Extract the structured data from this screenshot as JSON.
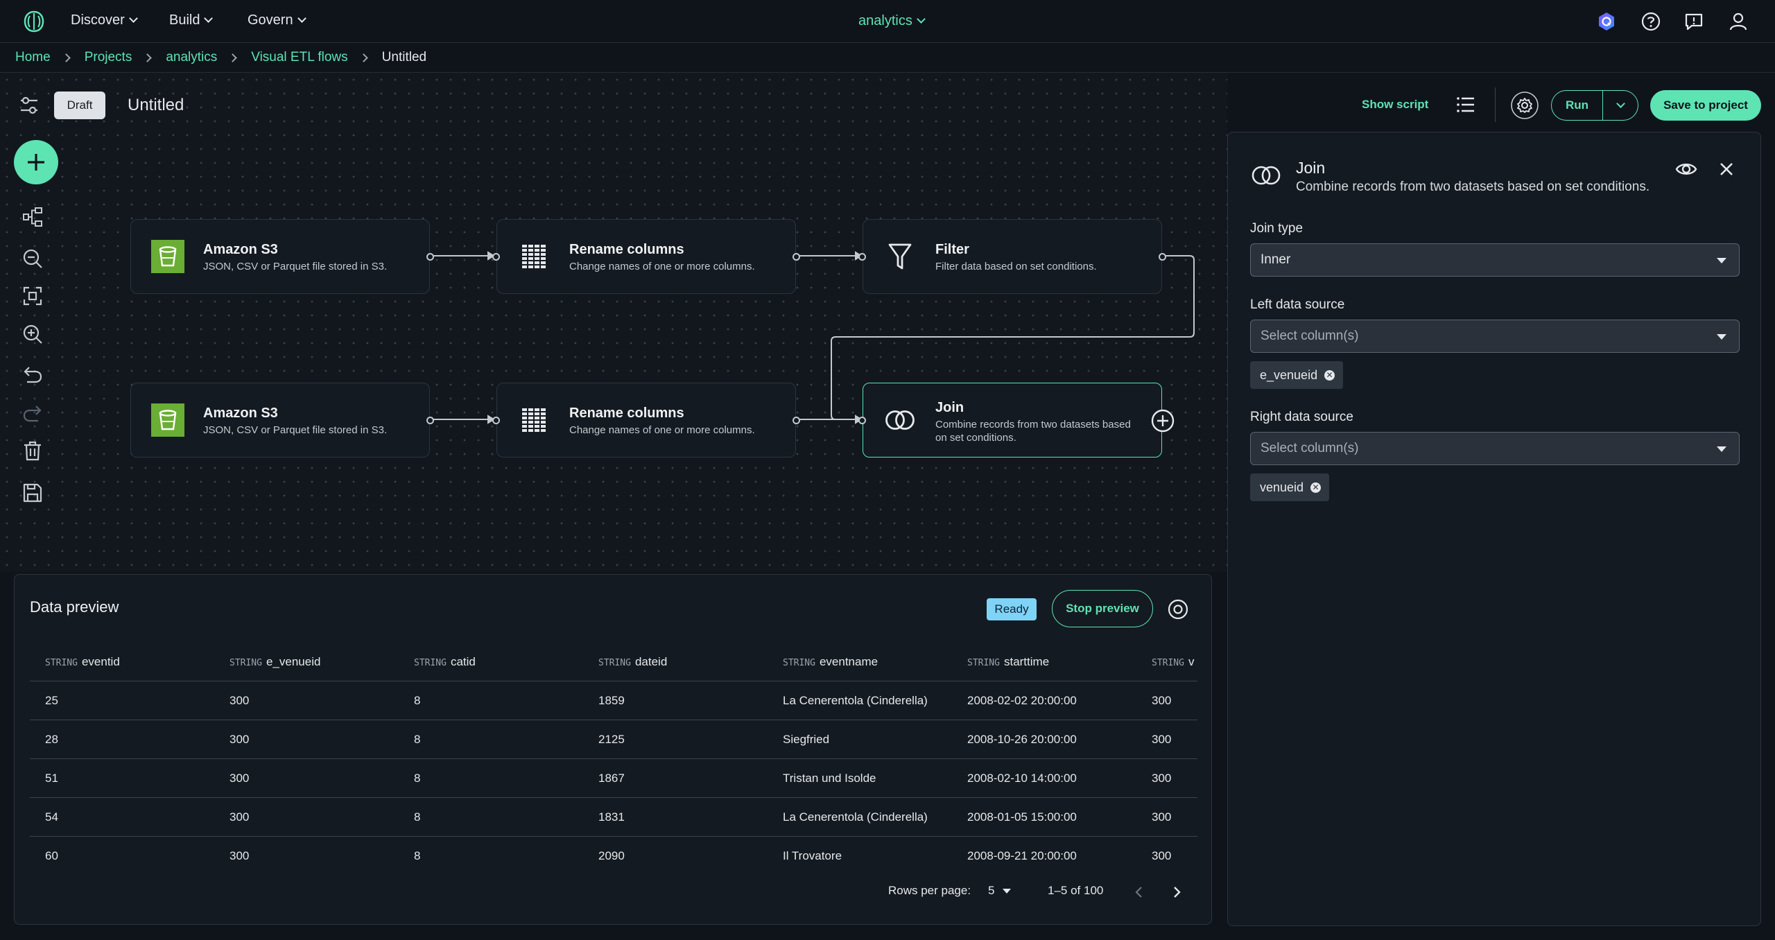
{
  "topnav": {
    "menus": [
      "Discover",
      "Build",
      "Govern"
    ],
    "project": "analytics"
  },
  "breadcrumb": [
    "Home",
    "Projects",
    "analytics",
    "Visual ETL flows",
    "Untitled"
  ],
  "flow": {
    "status": "Draft",
    "title": "Untitled",
    "show_script": "Show script",
    "run": "Run",
    "save": "Save to project"
  },
  "nodes": [
    {
      "title": "Amazon S3",
      "desc": "JSON, CSV or Parquet file stored in S3.",
      "icon": "s3-bucket-icon"
    },
    {
      "title": "Rename columns",
      "desc": "Change names of one or more columns.",
      "icon": "grid-icon"
    },
    {
      "title": "Filter",
      "desc": "Filter data based on set conditions.",
      "icon": "filter-icon"
    },
    {
      "title": "Amazon S3",
      "desc": "JSON, CSV or Parquet file stored in S3.",
      "icon": "s3-bucket-icon"
    },
    {
      "title": "Rename columns",
      "desc": "Change names of one or more columns.",
      "icon": "grid-icon"
    },
    {
      "title": "Join",
      "desc": "Combine records from two datasets based on set conditions.",
      "icon": "join-icon"
    }
  ],
  "preview": {
    "title": "Data preview",
    "status": "Ready",
    "stop": "Stop preview",
    "columns": [
      {
        "type": "STRING",
        "name": "eventid"
      },
      {
        "type": "STRING",
        "name": "e_venueid"
      },
      {
        "type": "STRING",
        "name": "catid"
      },
      {
        "type": "STRING",
        "name": "dateid"
      },
      {
        "type": "STRING",
        "name": "eventname"
      },
      {
        "type": "STRING",
        "name": "starttime"
      },
      {
        "type": "STRING",
        "name": "v"
      }
    ],
    "rows": [
      [
        "25",
        "300",
        "8",
        "1859",
        "La Cenerentola (Cinderella)",
        "2008-02-02 20:00:00",
        "300"
      ],
      [
        "28",
        "300",
        "8",
        "2125",
        "Siegfried",
        "2008-10-26 20:00:00",
        "300"
      ],
      [
        "51",
        "300",
        "8",
        "1867",
        "Tristan und Isolde",
        "2008-02-10 14:00:00",
        "300"
      ],
      [
        "54",
        "300",
        "8",
        "1831",
        "La Cenerentola (Cinderella)",
        "2008-01-05 15:00:00",
        "300"
      ],
      [
        "60",
        "300",
        "8",
        "2090",
        "Il Trovatore",
        "2008-09-21 20:00:00",
        "300"
      ]
    ],
    "rows_per_page_label": "Rows per page:",
    "rows_per_page": "5",
    "range": "1–5 of 100"
  },
  "panel": {
    "title": "Join",
    "desc": "Combine records from two datasets based on set conditions.",
    "join_type_label": "Join type",
    "join_type": "Inner",
    "left_label": "Left data source",
    "left_placeholder": "Select column(s)",
    "left_chip": "e_venueid",
    "right_label": "Right data source",
    "right_placeholder": "Select column(s)",
    "right_chip": "venueid"
  },
  "colors": {
    "accent": "#5ee3b3",
    "background": "#0f141b",
    "ready": "#7fd3f7"
  }
}
